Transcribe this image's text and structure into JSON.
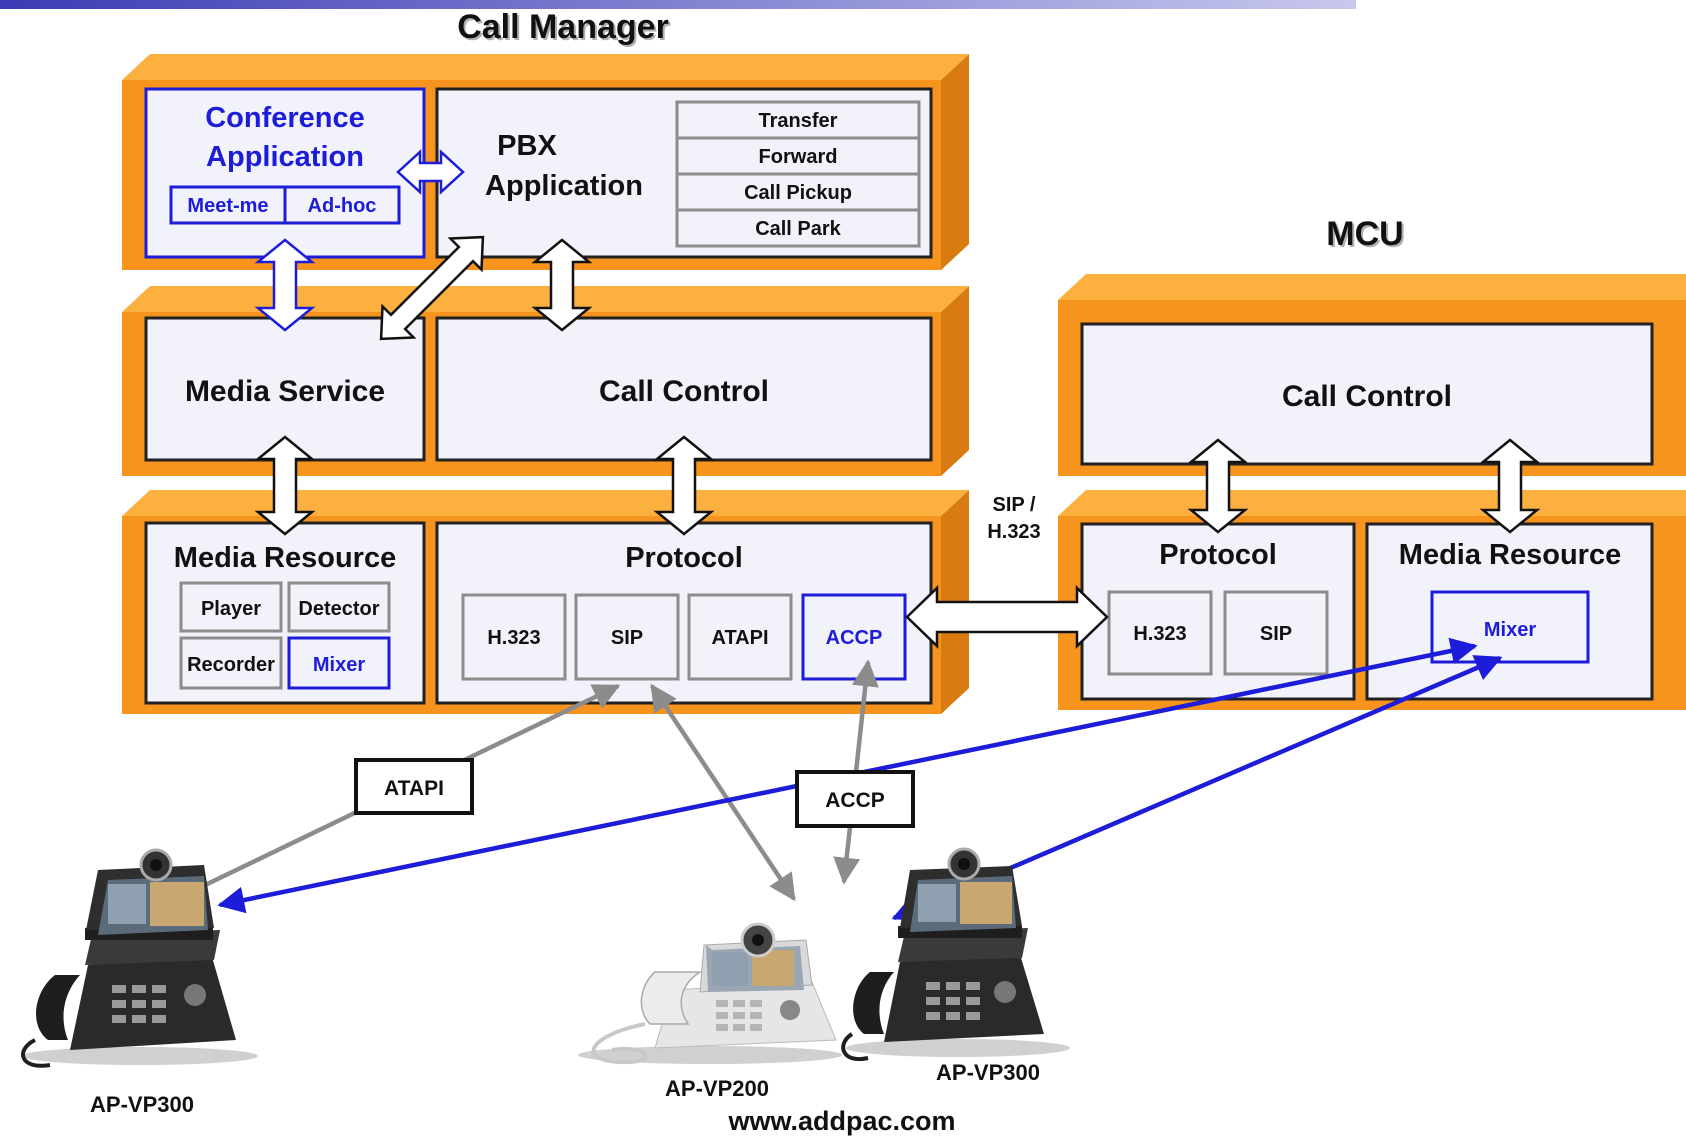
{
  "titles": {
    "call_manager": "Call Manager",
    "mcu": "MCU",
    "footer_url": "www.addpac.com"
  },
  "colors": {
    "orange": "#F7941D",
    "orange_dark": "#D87C12",
    "orange_light": "#FBB040",
    "panel": "#F2F2FA",
    "blue": "#1C1CD9",
    "gray": "#8C8C8C",
    "header_bar": "#3B3BB5"
  },
  "call_manager": {
    "conference": {
      "title_line1": "Conference",
      "title_line2": "Application",
      "meet_me": "Meet-me",
      "ad_hoc": "Ad-hoc"
    },
    "pbx": {
      "title_line1": "PBX",
      "title_line2": "Application",
      "features": [
        "Transfer",
        "Forward",
        "Call Pickup",
        "Call Park"
      ]
    },
    "media_service": "Media Service",
    "call_control": "Call Control",
    "media_resource": {
      "title": "Media Resource",
      "items": [
        "Player",
        "Detector",
        "Recorder",
        "Mixer"
      ]
    },
    "protocol": {
      "title": "Protocol",
      "items": [
        "H.323",
        "SIP",
        "ATAPI",
        "ACCP"
      ]
    }
  },
  "mcu": {
    "call_control": "Call Control",
    "protocol": {
      "title": "Protocol",
      "items": [
        "H.323",
        "SIP"
      ]
    },
    "media_resource": {
      "title": "Media Resource",
      "mixer": "Mixer"
    }
  },
  "link_label": {
    "line1": "SIP /",
    "line2": "H.323"
  },
  "callouts": {
    "atapi": "ATAPI",
    "accp": "ACCP"
  },
  "devices": {
    "left": {
      "label": "AP-VP300",
      "style": "dark"
    },
    "center": {
      "label": "AP-VP200",
      "style": "light"
    },
    "right": {
      "label": "AP-VP300",
      "style": "dark"
    }
  }
}
